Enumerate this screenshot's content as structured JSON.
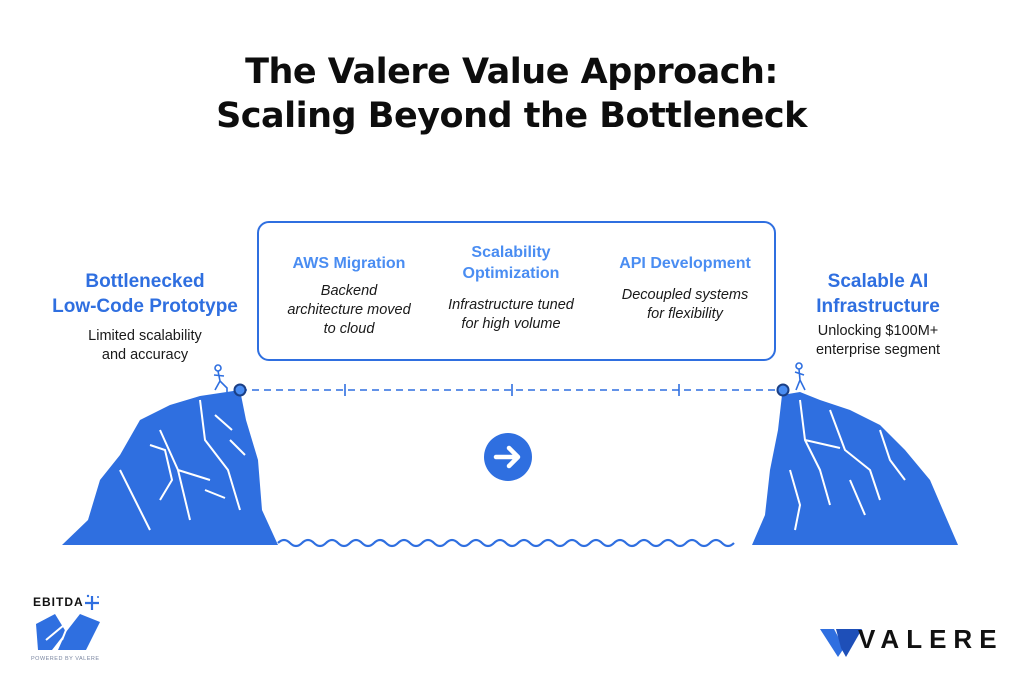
{
  "title": {
    "line1": "The Valere Value Approach:",
    "line2": "Scaling Beyond the Bottleneck"
  },
  "left": {
    "title_line1": "Bottlenecked",
    "title_line2": "Low-Code Prototype",
    "sub_line1": "Limited scalability",
    "sub_line2": "and accuracy"
  },
  "right": {
    "title_line1": "Scalable AI",
    "title_line2": "Infrastructure",
    "sub_line1": "Unlocking $100M+",
    "sub_line2": "enterprise segment"
  },
  "steps": [
    {
      "title": "AWS Migration",
      "desc_line1": "Backend",
      "desc_line2": "architecture moved",
      "desc_line3": "to cloud"
    },
    {
      "title_line1": "Scalability",
      "title_line2": "Optimization",
      "desc_line1": "Infrastructure tuned",
      "desc_line2": "for high volume"
    },
    {
      "title": "API Development",
      "desc_line1": "Decoupled systems",
      "desc_line2": "for flexibility"
    }
  ],
  "logos": {
    "ebitda": "EBITDA",
    "powered": "POWERED BY VALERE",
    "valere": "VALERE"
  },
  "colors": {
    "accent": "#2f6fe0",
    "accent_light": "#4a8df2",
    "text": "#111111"
  },
  "icons": [
    "arrow-right-icon",
    "person-left-icon",
    "person-right-icon",
    "valere-logo-icon",
    "ebitda-logo-icon"
  ]
}
